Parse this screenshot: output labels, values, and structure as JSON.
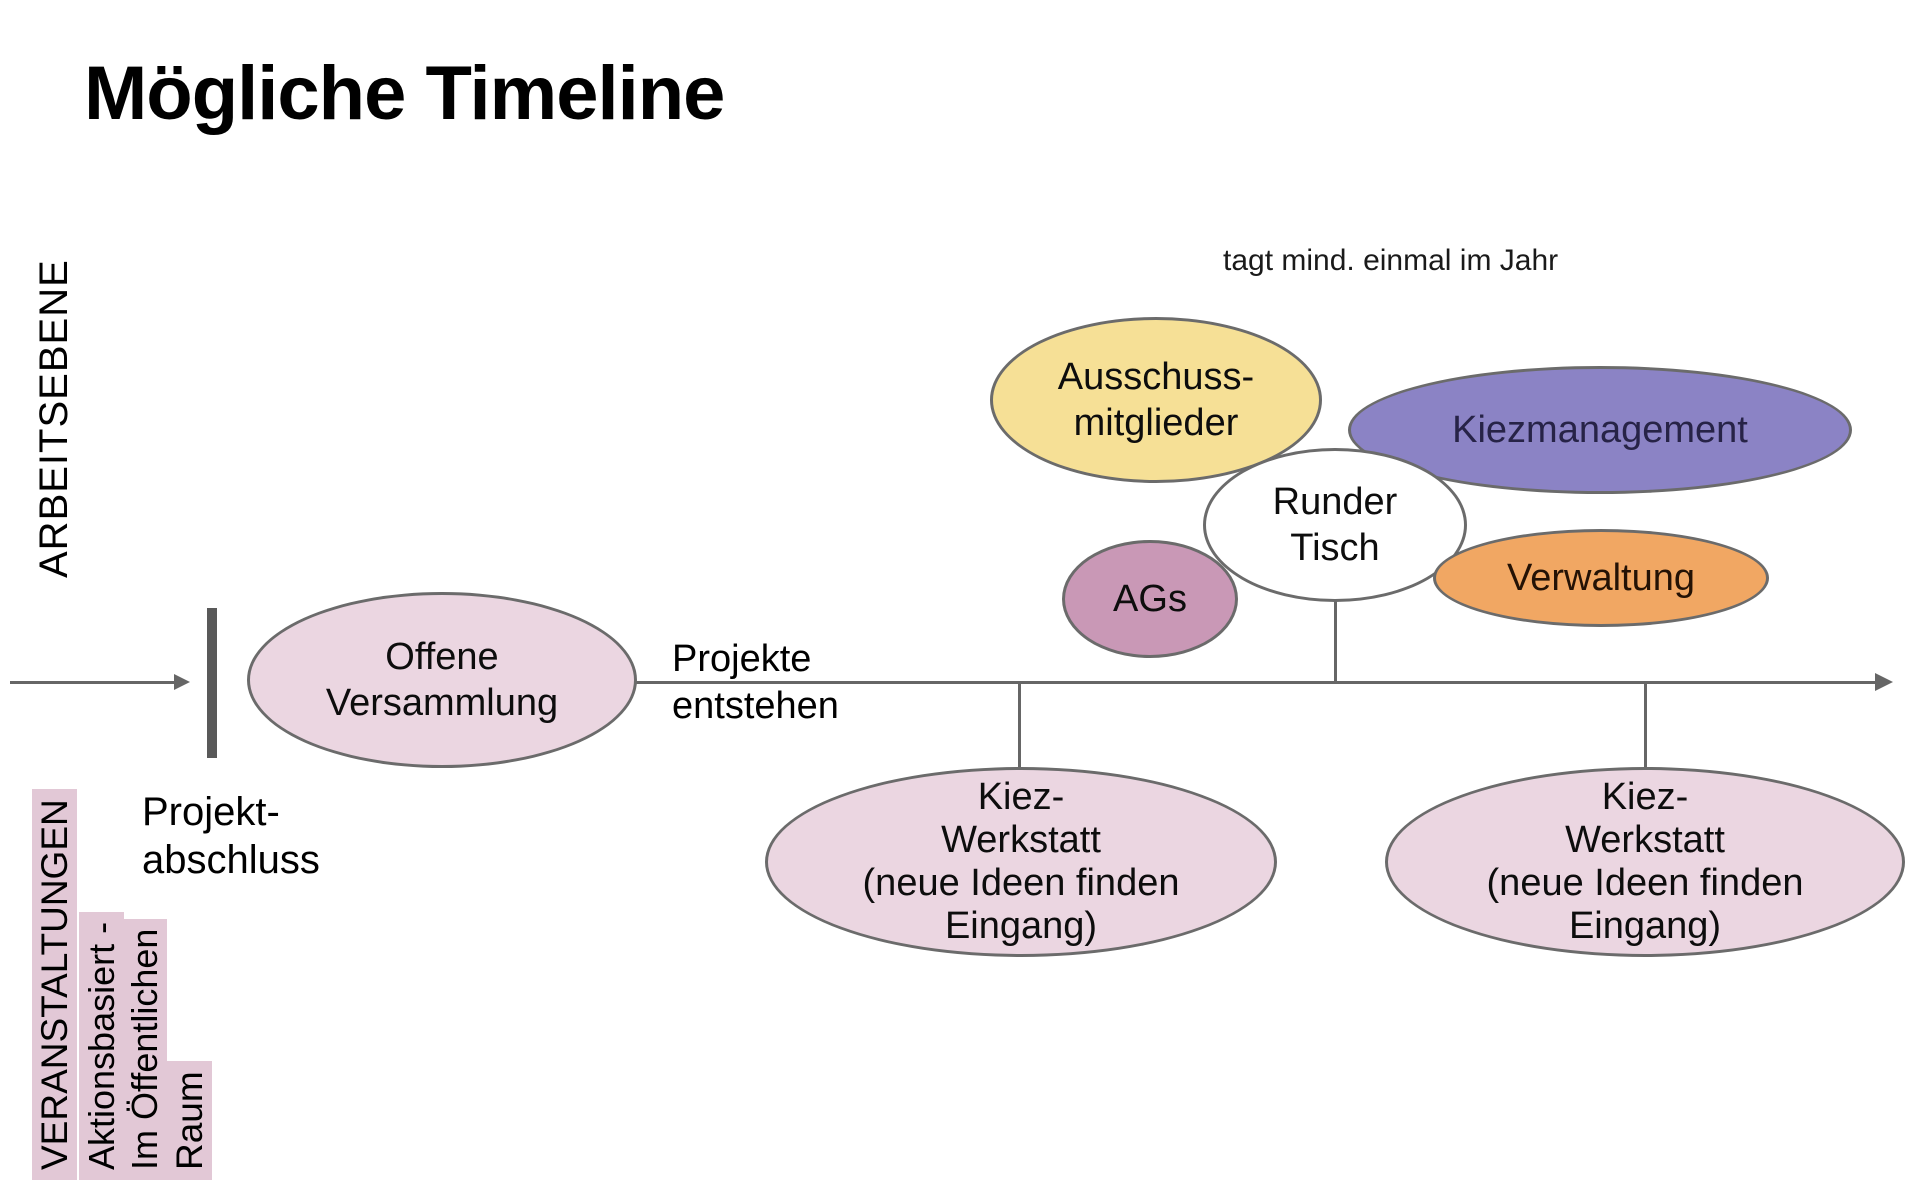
{
  "title": "Mögliche Timeline",
  "left_axis_label": "ARBEITSEBENE",
  "note_top": "tagt mind. einmal im Jahr",
  "timeline": {
    "projekt_abschluss": [
      "Projekt-",
      "abschluss"
    ],
    "projekte_entstehen": [
      "Projekte",
      "entstehen"
    ]
  },
  "nodes": {
    "ausschuss": {
      "lines": [
        "Ausschuss-",
        "mitglieder"
      ],
      "fill": "#F6E096"
    },
    "kiezmanagement": {
      "label": "Kiezmanagement",
      "fill": "#8B83C5"
    },
    "runder_tisch": {
      "lines": [
        "Runder",
        "Tisch"
      ],
      "fill": "#FFFFFF"
    },
    "ags": {
      "label": "AGs",
      "fill": "#C998B6"
    },
    "verwaltung": {
      "label": "Verwaltung",
      "fill": "#F1A763"
    },
    "offene_versammlung": {
      "lines": [
        "Offene",
        "Versammlung"
      ],
      "fill": "#EBD6E1"
    },
    "kiez_werkstatt_1": {
      "lines": [
        "Kiez-",
        "Werkstatt",
        "(neue Ideen finden",
        "Eingang)"
      ],
      "fill": "#EBD6E1"
    },
    "kiez_werkstatt_2": {
      "lines": [
        "Kiez-",
        "Werkstatt",
        "(neue Ideen finden",
        "Eingang)"
      ],
      "fill": "#EBD6E1"
    }
  },
  "event_labels": {
    "veranstaltungen": "VERANSTALTUNGEN",
    "aktionsbasiert": "Aktionsbasiert -",
    "im_oeffentlichen": "Im Öffentlichen",
    "raum": "Raum"
  },
  "colors": {
    "ellipse_border": "#6B6B6B",
    "line_gray": "#666666",
    "end_bar_gray": "#595959",
    "label_highlight_pink": "#E2C8D6",
    "light_pink_fill": "#EBD6E1",
    "yellow_fill": "#F6E096",
    "purple_fill": "#8B83C5",
    "mauve_fill": "#C998B6",
    "orange_fill": "#F1A763",
    "white_fill": "#FFFFFF"
  }
}
